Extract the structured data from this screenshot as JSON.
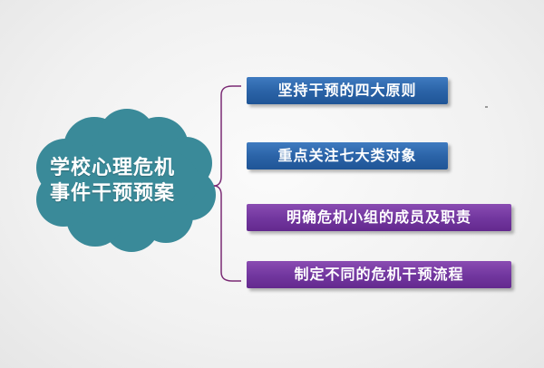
{
  "central_topic": {
    "line1": "学校心理危机",
    "line2": "事件干预预案",
    "color": "#3a8a99"
  },
  "connector_color": "#7a2a74",
  "branches": [
    {
      "label": "坚持干预的四大原则",
      "color": "blue"
    },
    {
      "label": "重点关注七大类对象",
      "color": "blue"
    },
    {
      "label": "明确危机小组的成员及职责",
      "color": "purple"
    },
    {
      "label": "制定不同的危机干预流程",
      "color": "purple"
    }
  ],
  "colors": {
    "blue": "#2b64a8",
    "purple": "#7338a0"
  }
}
